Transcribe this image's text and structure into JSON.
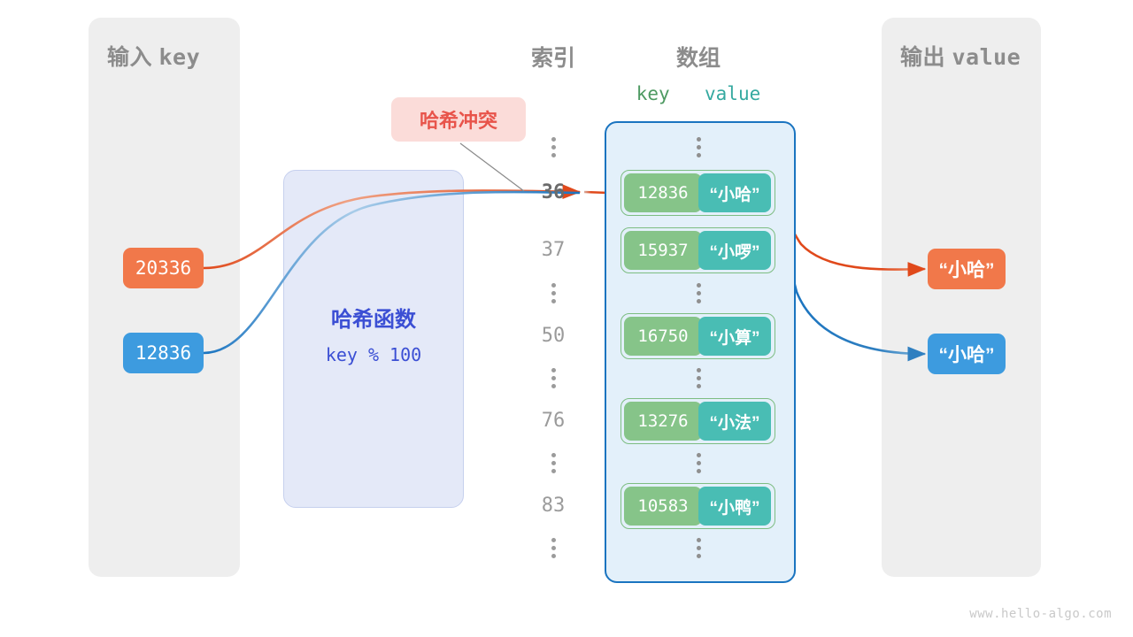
{
  "watermark": "www.hello-algo.com",
  "left_panel": {
    "title_cn": "输入",
    "title_mono": "key"
  },
  "right_panel": {
    "title_cn": "输出",
    "title_mono": "value"
  },
  "columns": {
    "index_title": "索引",
    "array_title": "数组",
    "key_head": "key",
    "value_head": "value"
  },
  "hash_function": {
    "title": "哈希函数",
    "expression": "key % 100"
  },
  "callout": {
    "label": "哈希冲突",
    "color": "#e8544b",
    "background": "#fbdcd9"
  },
  "inputs": [
    {
      "value": "20336",
      "color": "#f1784a",
      "name": "input-key-20336"
    },
    {
      "value": "12836",
      "color": "#3d9bdf",
      "name": "input-key-12836"
    }
  ],
  "outputs": [
    {
      "value": "“小哈”",
      "color": "#f1784a",
      "name": "output-value-orange"
    },
    {
      "value": "“小哈”",
      "color": "#3d9bdf",
      "name": "output-value-blue"
    }
  ],
  "index_column": [
    {
      "type": "dots"
    },
    {
      "type": "index",
      "label": "36",
      "highlight": true
    },
    {
      "type": "index",
      "label": "37",
      "highlight": false
    },
    {
      "type": "dots"
    },
    {
      "type": "index",
      "label": "50",
      "highlight": false
    },
    {
      "type": "dots"
    },
    {
      "type": "index",
      "label": "76",
      "highlight": false
    },
    {
      "type": "dots"
    },
    {
      "type": "index",
      "label": "83",
      "highlight": false
    },
    {
      "type": "dots"
    }
  ],
  "buckets": [
    {
      "key": "12836",
      "value": "“小哈”",
      "index": "36"
    },
    {
      "key": "15937",
      "value": "“小啰”",
      "index": "37"
    },
    {
      "key": "16750",
      "value": "“小算”",
      "index": "50"
    },
    {
      "key": "13276",
      "value": "“小法”",
      "index": "76"
    },
    {
      "key": "10583",
      "value": "“小鸭”",
      "index": "83"
    }
  ],
  "colors": {
    "panel_bg": "#eeeeee",
    "array_bg": "#e3f0fa",
    "array_border": "#1a74c0",
    "key_cell": "#86c489",
    "value_cell": "#49bdb4",
    "pair_border": "#7dbd82",
    "hash_box_bg": "#e4e9f8",
    "hash_text": "#3b4fd4",
    "orange": "#f1784a",
    "orange_line": "#e0491b",
    "blue": "#3d9bdf",
    "blue_line": "#1a74c0",
    "muted_text": "#8c8c8c"
  }
}
